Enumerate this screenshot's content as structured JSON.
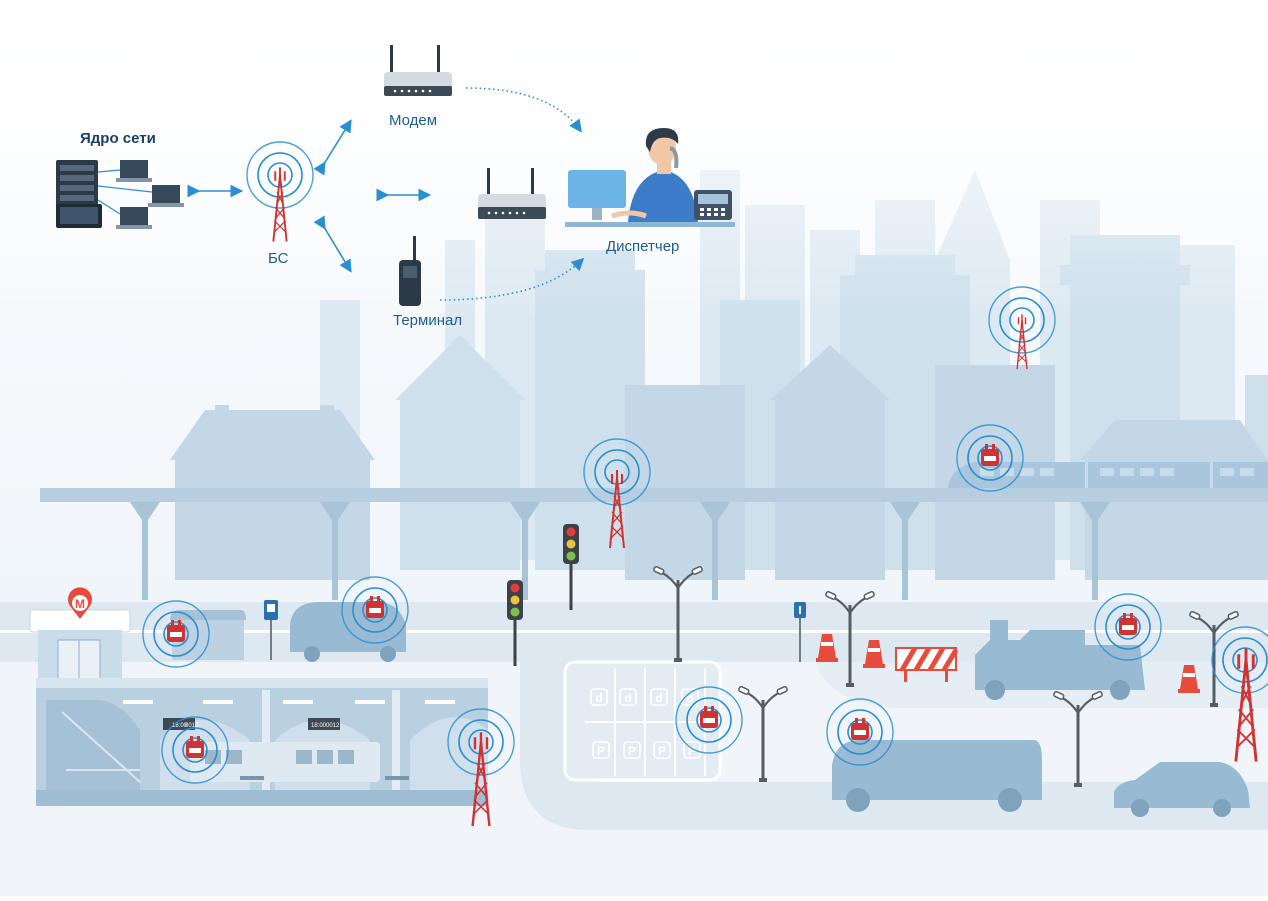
{
  "diagram": {
    "labels": {
      "core": "Ядро сети",
      "bs": "БС",
      "modem": "Модем",
      "terminal": "Терминал",
      "dispatcher": "Диспетчер"
    },
    "signs": {
      "metro": "М",
      "parking": "P",
      "disabled": "d",
      "board_time": "18:00",
      "board_num": "0012"
    },
    "colors": {
      "accent": "#2a8fd0",
      "label": "#1d5e8a",
      "core_label": "#1a3f63",
      "city": "#cfe0ec",
      "city_dark": "#a9c6dc",
      "tower": "#d03333",
      "radio": "#d03333",
      "road": "#e9f1f7"
    },
    "icons": [
      "server-rack-icon",
      "laptop-icon",
      "base-station-tower-icon",
      "modem-icon",
      "router-icon",
      "radio-terminal-icon",
      "dispatcher-icon",
      "metro-icon",
      "traffic-light-icon",
      "street-lamp-icon",
      "traffic-cone-icon",
      "road-barrier-icon",
      "bus-stop-icon",
      "parking-icon",
      "train-icon",
      "van-icon",
      "tractor-icon",
      "car-icon"
    ]
  }
}
